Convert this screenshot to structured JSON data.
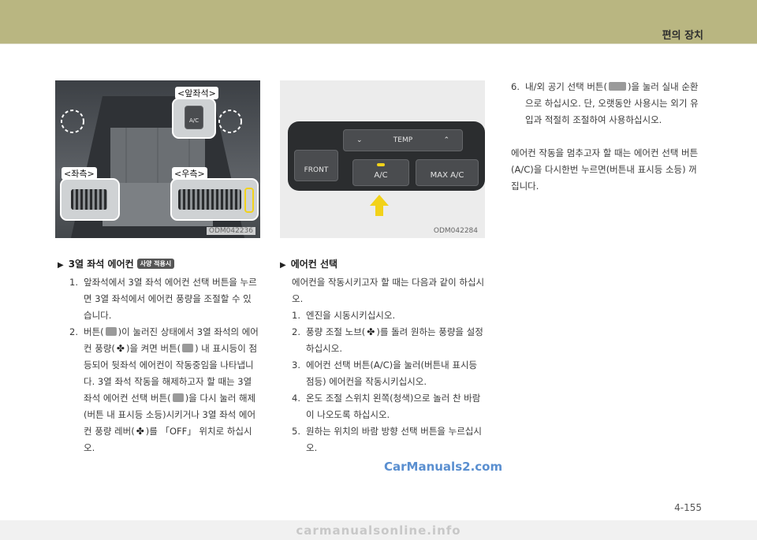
{
  "header": {
    "title": "편의 장치"
  },
  "fig_left": {
    "callout_front": "<앞좌석>",
    "callout_left": "<좌측>",
    "callout_right": "<우측>",
    "button_label": "A/C",
    "code": "ODM042236"
  },
  "fig_right": {
    "code": "ODM042284",
    "temp_label": "TEMP",
    "front_label": "FRONT",
    "ac_label": "A/C",
    "max_ac_label": "MAX A/C"
  },
  "section_rear": {
    "title": "3열 좌석 에어컨",
    "badge": "사양 적용시",
    "items": [
      {
        "num": "1.",
        "text": "앞좌석에서 3열 좌석 에어컨 선택 버튼을 누르면 3열 좌석에서 에어컨 풍량을 조절할 수 있습니다."
      },
      {
        "num": "2.",
        "t1": "버튼(",
        "t2": ")이 눌러진 상태에서 3열 좌석의 에어컨 풍량(",
        "t3": ")을 켜면 버튼(",
        "t4": ") 내 표시등이 점등되어 뒷좌석 에어컨이 작동중임을 나타냅니다. 3열 좌석 작동을 해제하고자 할 때는 3열 좌석 에어컨 선택 버튼(",
        "t5": ")을 다시 눌러 해제(버튼 내 표시등 소등)시키거나 3열 좌석 에어컨 풍량 레버(",
        "t6": ")를 「OFF」 위치로 하십시오."
      }
    ]
  },
  "section_ac": {
    "title": "에어컨 선택",
    "intro": "에어컨을 작동시키고자 할 때는 다음과 같이 하십시오.",
    "items": [
      {
        "num": "1.",
        "text": "엔진을 시동시키십시오."
      },
      {
        "num": "2.",
        "t1": "풍량 조절 노브(",
        "t2": ")를 돌려 원하는 풍량을 설정하십시오."
      },
      {
        "num": "3.",
        "text": "에어컨 선택 버튼(A/C)을 눌러(버튼내 표시등 점등) 에어컨을 작동시키십시오."
      },
      {
        "num": "4.",
        "text": "온도 조절 스위치 왼쪽(청색)으로 놀러 찬 바람이 나오도록 하십시오."
      },
      {
        "num": "5.",
        "text": "원하는 위치의 바람 방향 선택 버튼을 누르십시오."
      }
    ]
  },
  "section_right": {
    "item6_num": "6.",
    "item6_t1": "내/외 공기 선택 버튼(",
    "item6_t2": ")을 눌러 실내 순환으로 하십시오. 단, 오랫동안 사용시는 외기 유입과 적절히 조절하여 사용하십시오.",
    "stop_text": "에어컨 작동을 멈추고자 할 때는 에어컨 선택 버튼(A/C)을 다시한번 누르면(버튼내 표시등 소등) 꺼집니다."
  },
  "watermark": "CarManuals2.com",
  "page_number": "4-155",
  "footer_site": "carmanualsonline.info"
}
